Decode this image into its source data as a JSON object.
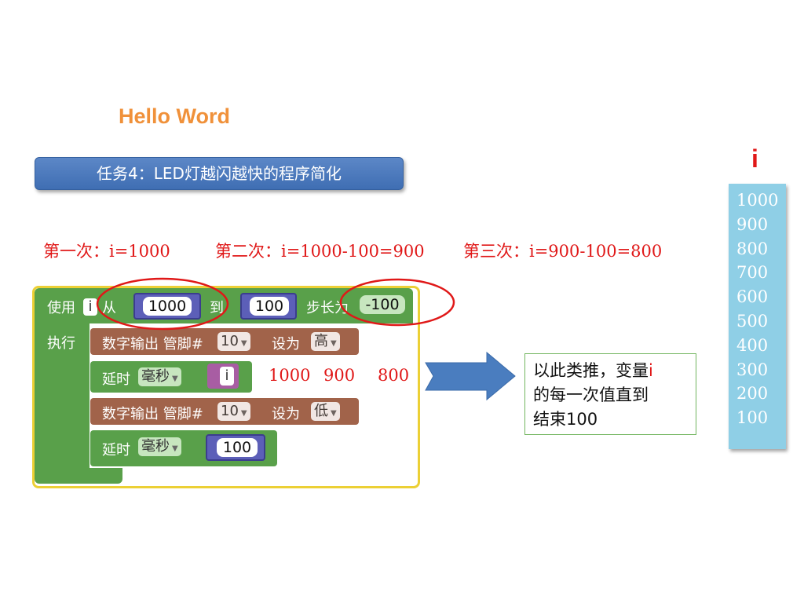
{
  "header": {
    "hello": "Hello Word"
  },
  "task": {
    "title": "任务4：LED灯越闪越快的程序简化"
  },
  "iterations": [
    "第一次：i=1000",
    "第二次：i=1000-100=900",
    "第三次：i=900-100=800"
  ],
  "i_column": {
    "label": "i",
    "values": [
      "1000",
      "900",
      "800",
      "700",
      "600",
      "500",
      "400",
      "300",
      "200",
      "100"
    ]
  },
  "for_block": {
    "use": "使用",
    "var": "i",
    "from": "从",
    "from_value": "1000",
    "to": "到",
    "to_value": "100",
    "step": "步长为",
    "step_value": "-100",
    "exec": "执行"
  },
  "digital_out_1": {
    "label": "数字输出 管脚#",
    "pin": "10",
    "set": "设为",
    "level": "高"
  },
  "delay_1": {
    "label": "延时",
    "unit": "毫秒",
    "var": "i"
  },
  "digital_out_2": {
    "label": "数字输出 管脚#",
    "pin": "10",
    "set": "设为",
    "level": "低"
  },
  "delay_2": {
    "label": "延时",
    "unit": "毫秒",
    "value": "100"
  },
  "sequence_values": [
    "1000",
    "900",
    "800"
  ],
  "note": {
    "line1_prefix": "以此类推，变量",
    "line1_var": "i",
    "line2": "的每一次值直到",
    "line3": "结束100"
  },
  "colors": {
    "accent_orange": "#f0913a",
    "annotation_red": "#e01818",
    "banner_blue": "#4a78bc",
    "block_green": "#59a04a",
    "block_brown": "#a1634a",
    "block_number": "#5c5fb8",
    "arrow_blue": "#4a7dbf",
    "column_blue": "#8fcfe6"
  }
}
